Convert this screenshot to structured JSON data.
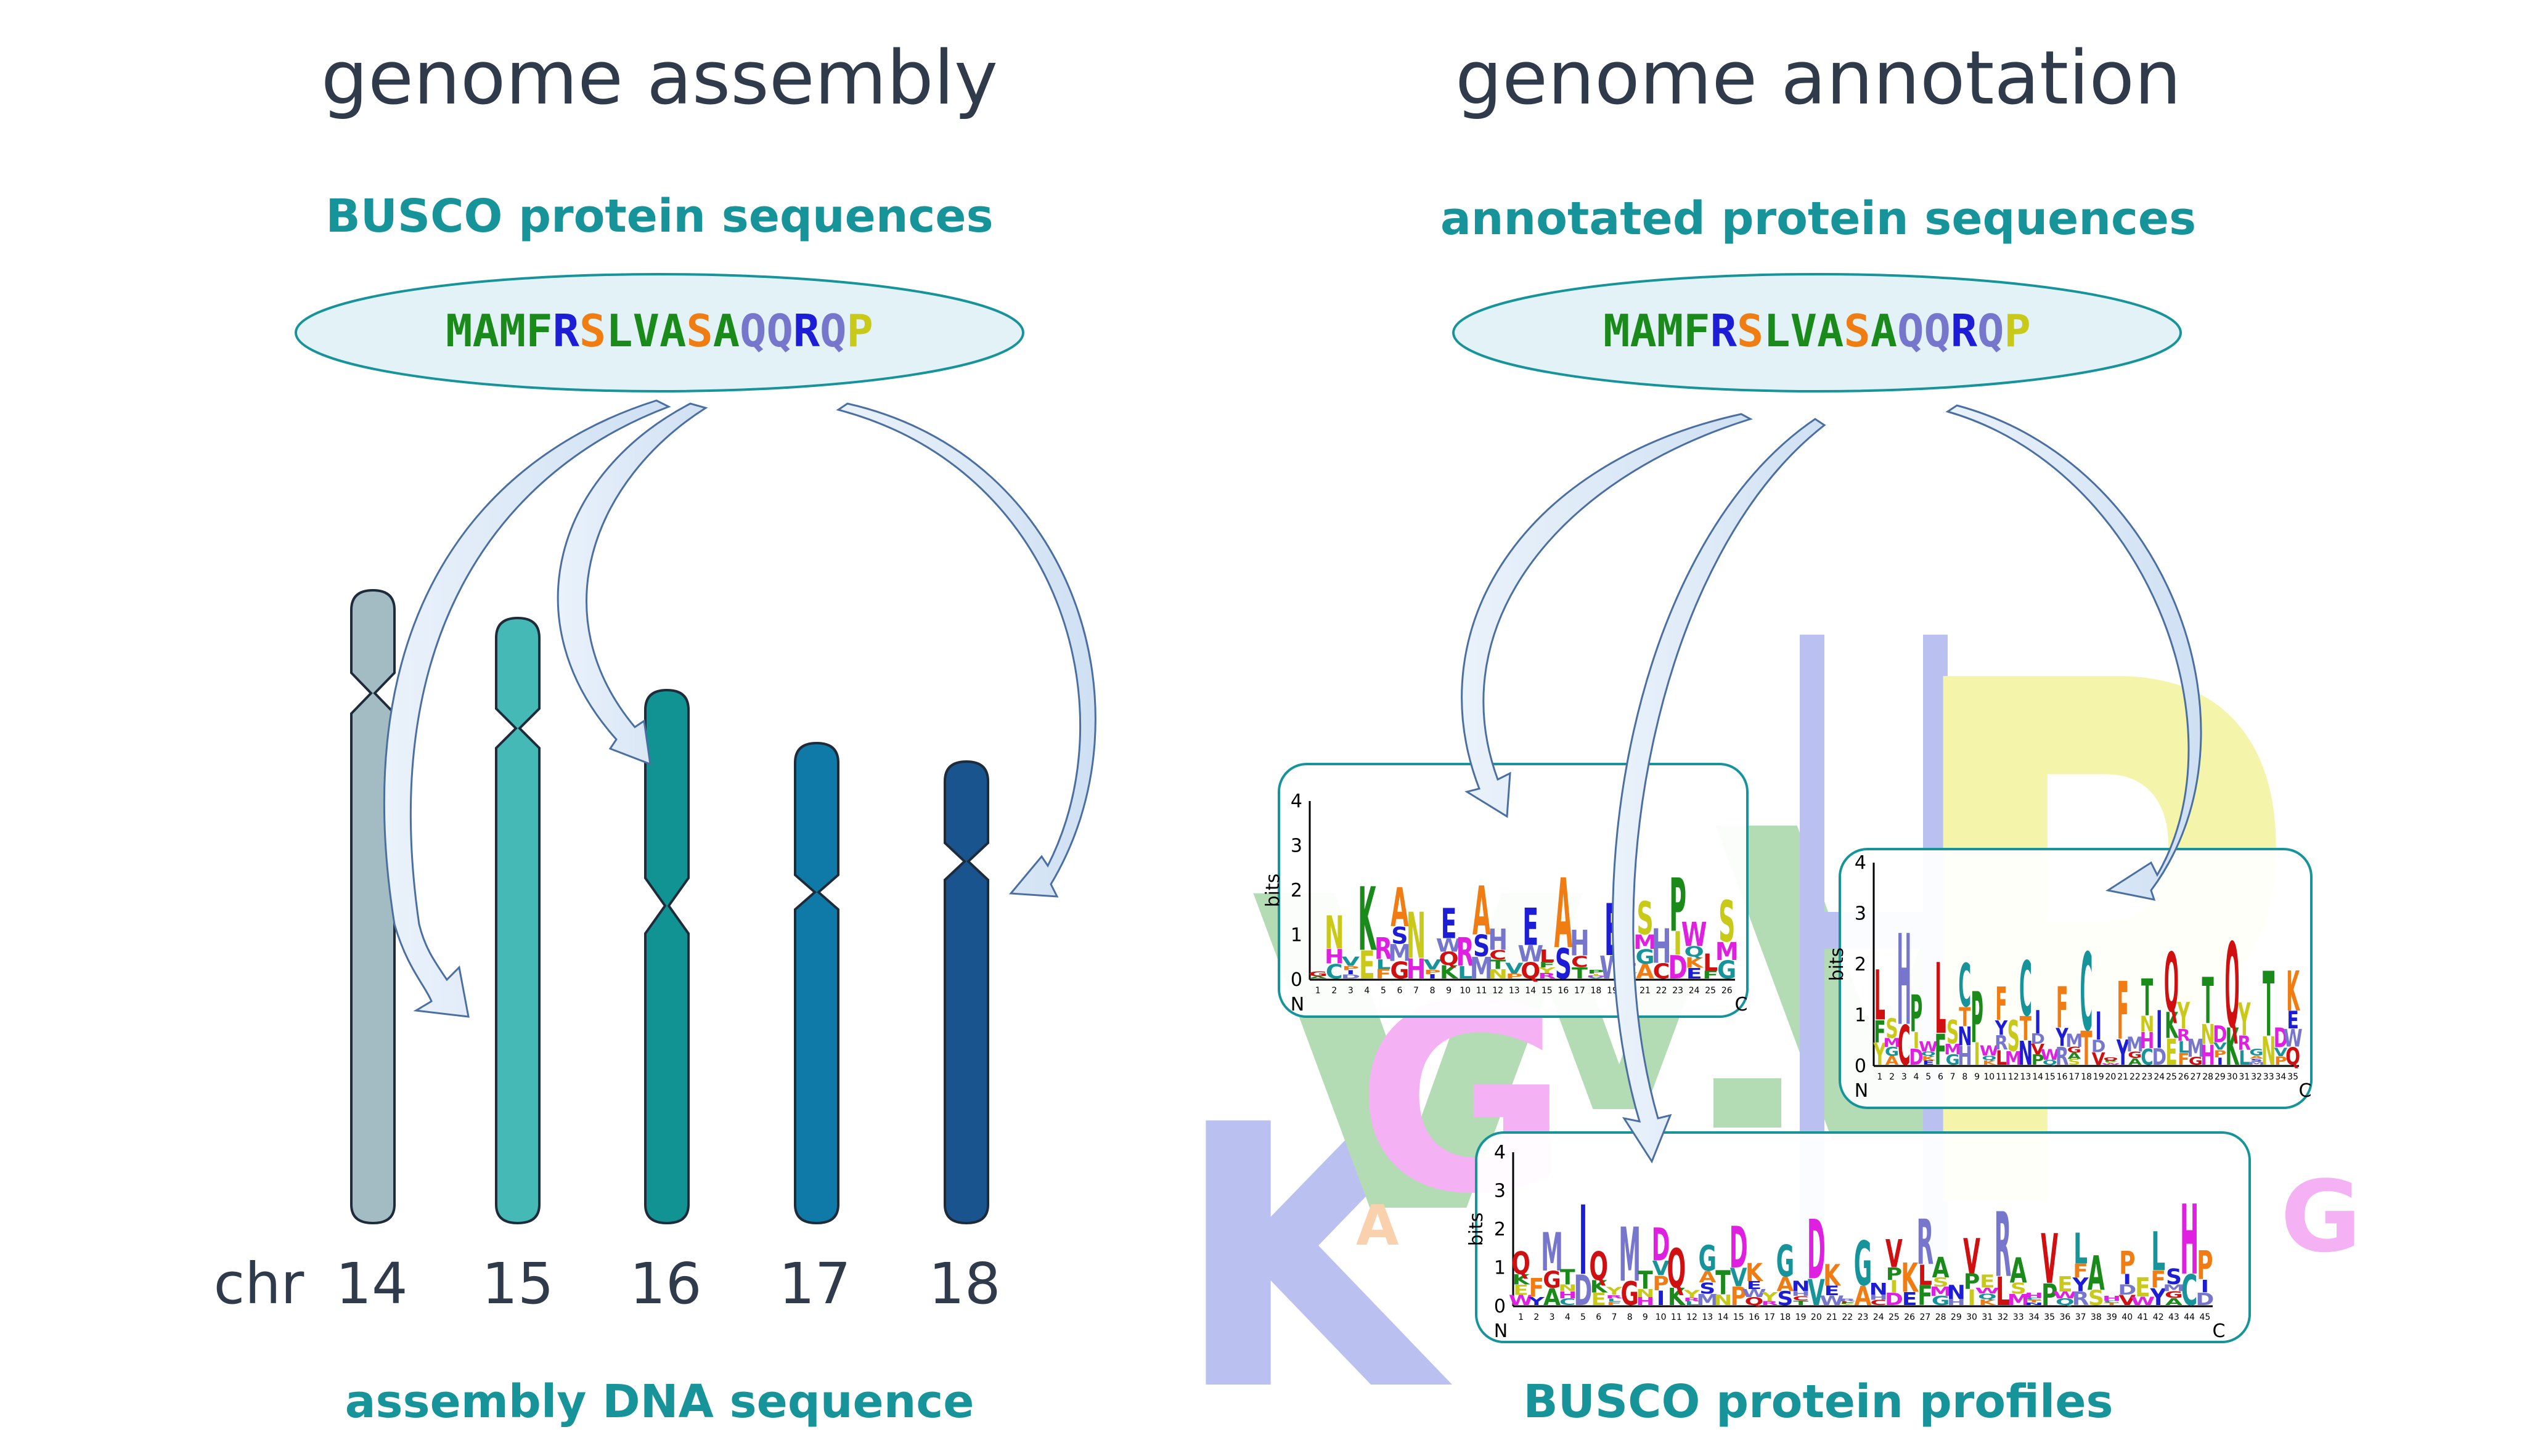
{
  "left": {
    "heading": "genome assembly",
    "query_label": "BUSCO protein sequences",
    "sequence": "MAMFRSLVASAQQRQP",
    "target_label": "assembly DNA sequence",
    "chr_prefix": "chr",
    "chromosomes": [
      "14",
      "15",
      "16",
      "17",
      "18"
    ]
  },
  "right": {
    "heading": "genome annotation",
    "query_label": "annotated protein sequences",
    "sequence": "MAMFRSLVASAQQRQP",
    "target_label": "BUSCO protein profiles"
  },
  "seq_colors": [
    "#1a8a1a",
    "#1a8a1a",
    "#1a8a1a",
    "#1a8a1a",
    "#1d1dd6",
    "#f07d14",
    "#1a8a1a",
    "#1a8a1a",
    "#1a8a1a",
    "#f07d14",
    "#1a8a1a",
    "#7676cc",
    "#7676cc",
    "#1d1dd6",
    "#7676cc",
    "#c9c91a"
  ],
  "chromosome_colors": [
    "#a3bcc4",
    "#45b9b6",
    "#119394",
    "#0f7aa7",
    "#1a548e"
  ],
  "logos": [
    {
      "y_axis_label": "bits",
      "y_ticks": [
        "0",
        "1",
        "2",
        "3",
        "4"
      ],
      "n_label": "N",
      "c_label": "C",
      "positions": [
        "1",
        "2",
        "3",
        "4",
        "5",
        "6",
        "7",
        "8",
        "9",
        "10",
        "11",
        "12",
        "13",
        "14",
        "15",
        "16",
        "17",
        "18",
        "19",
        "20",
        "21",
        "22",
        "23",
        "24",
        "25",
        "26"
      ]
    },
    {
      "y_axis_label": "bits",
      "y_ticks": [
        "0",
        "1",
        "2",
        "3",
        "4"
      ],
      "n_label": "N",
      "c_label": "C",
      "positions": [
        "1",
        "2",
        "3",
        "4",
        "5",
        "6",
        "7",
        "8",
        "9",
        "10",
        "11",
        "12",
        "13",
        "14",
        "15",
        "16",
        "17",
        "18",
        "19",
        "20",
        "21",
        "22",
        "23",
        "24",
        "25",
        "26",
        "27",
        "28",
        "29",
        "30",
        "31",
        "32",
        "33",
        "34",
        "35"
      ]
    },
    {
      "y_axis_label": "bits",
      "y_ticks": [
        "0",
        "1",
        "2",
        "3",
        "4"
      ],
      "n_label": "N",
      "c_label": "C",
      "positions": [
        "1",
        "2",
        "3",
        "4",
        "5",
        "6",
        "7",
        "8",
        "9",
        "10",
        "11",
        "12",
        "13",
        "14",
        "15",
        "16",
        "17",
        "18",
        "19",
        "20",
        "21",
        "22",
        "23",
        "24",
        "25",
        "26",
        "27",
        "28",
        "29",
        "30",
        "31",
        "32",
        "33",
        "34",
        "35",
        "36",
        "37",
        "38",
        "39",
        "40",
        "41",
        "42",
        "43",
        "44",
        "45"
      ]
    }
  ]
}
